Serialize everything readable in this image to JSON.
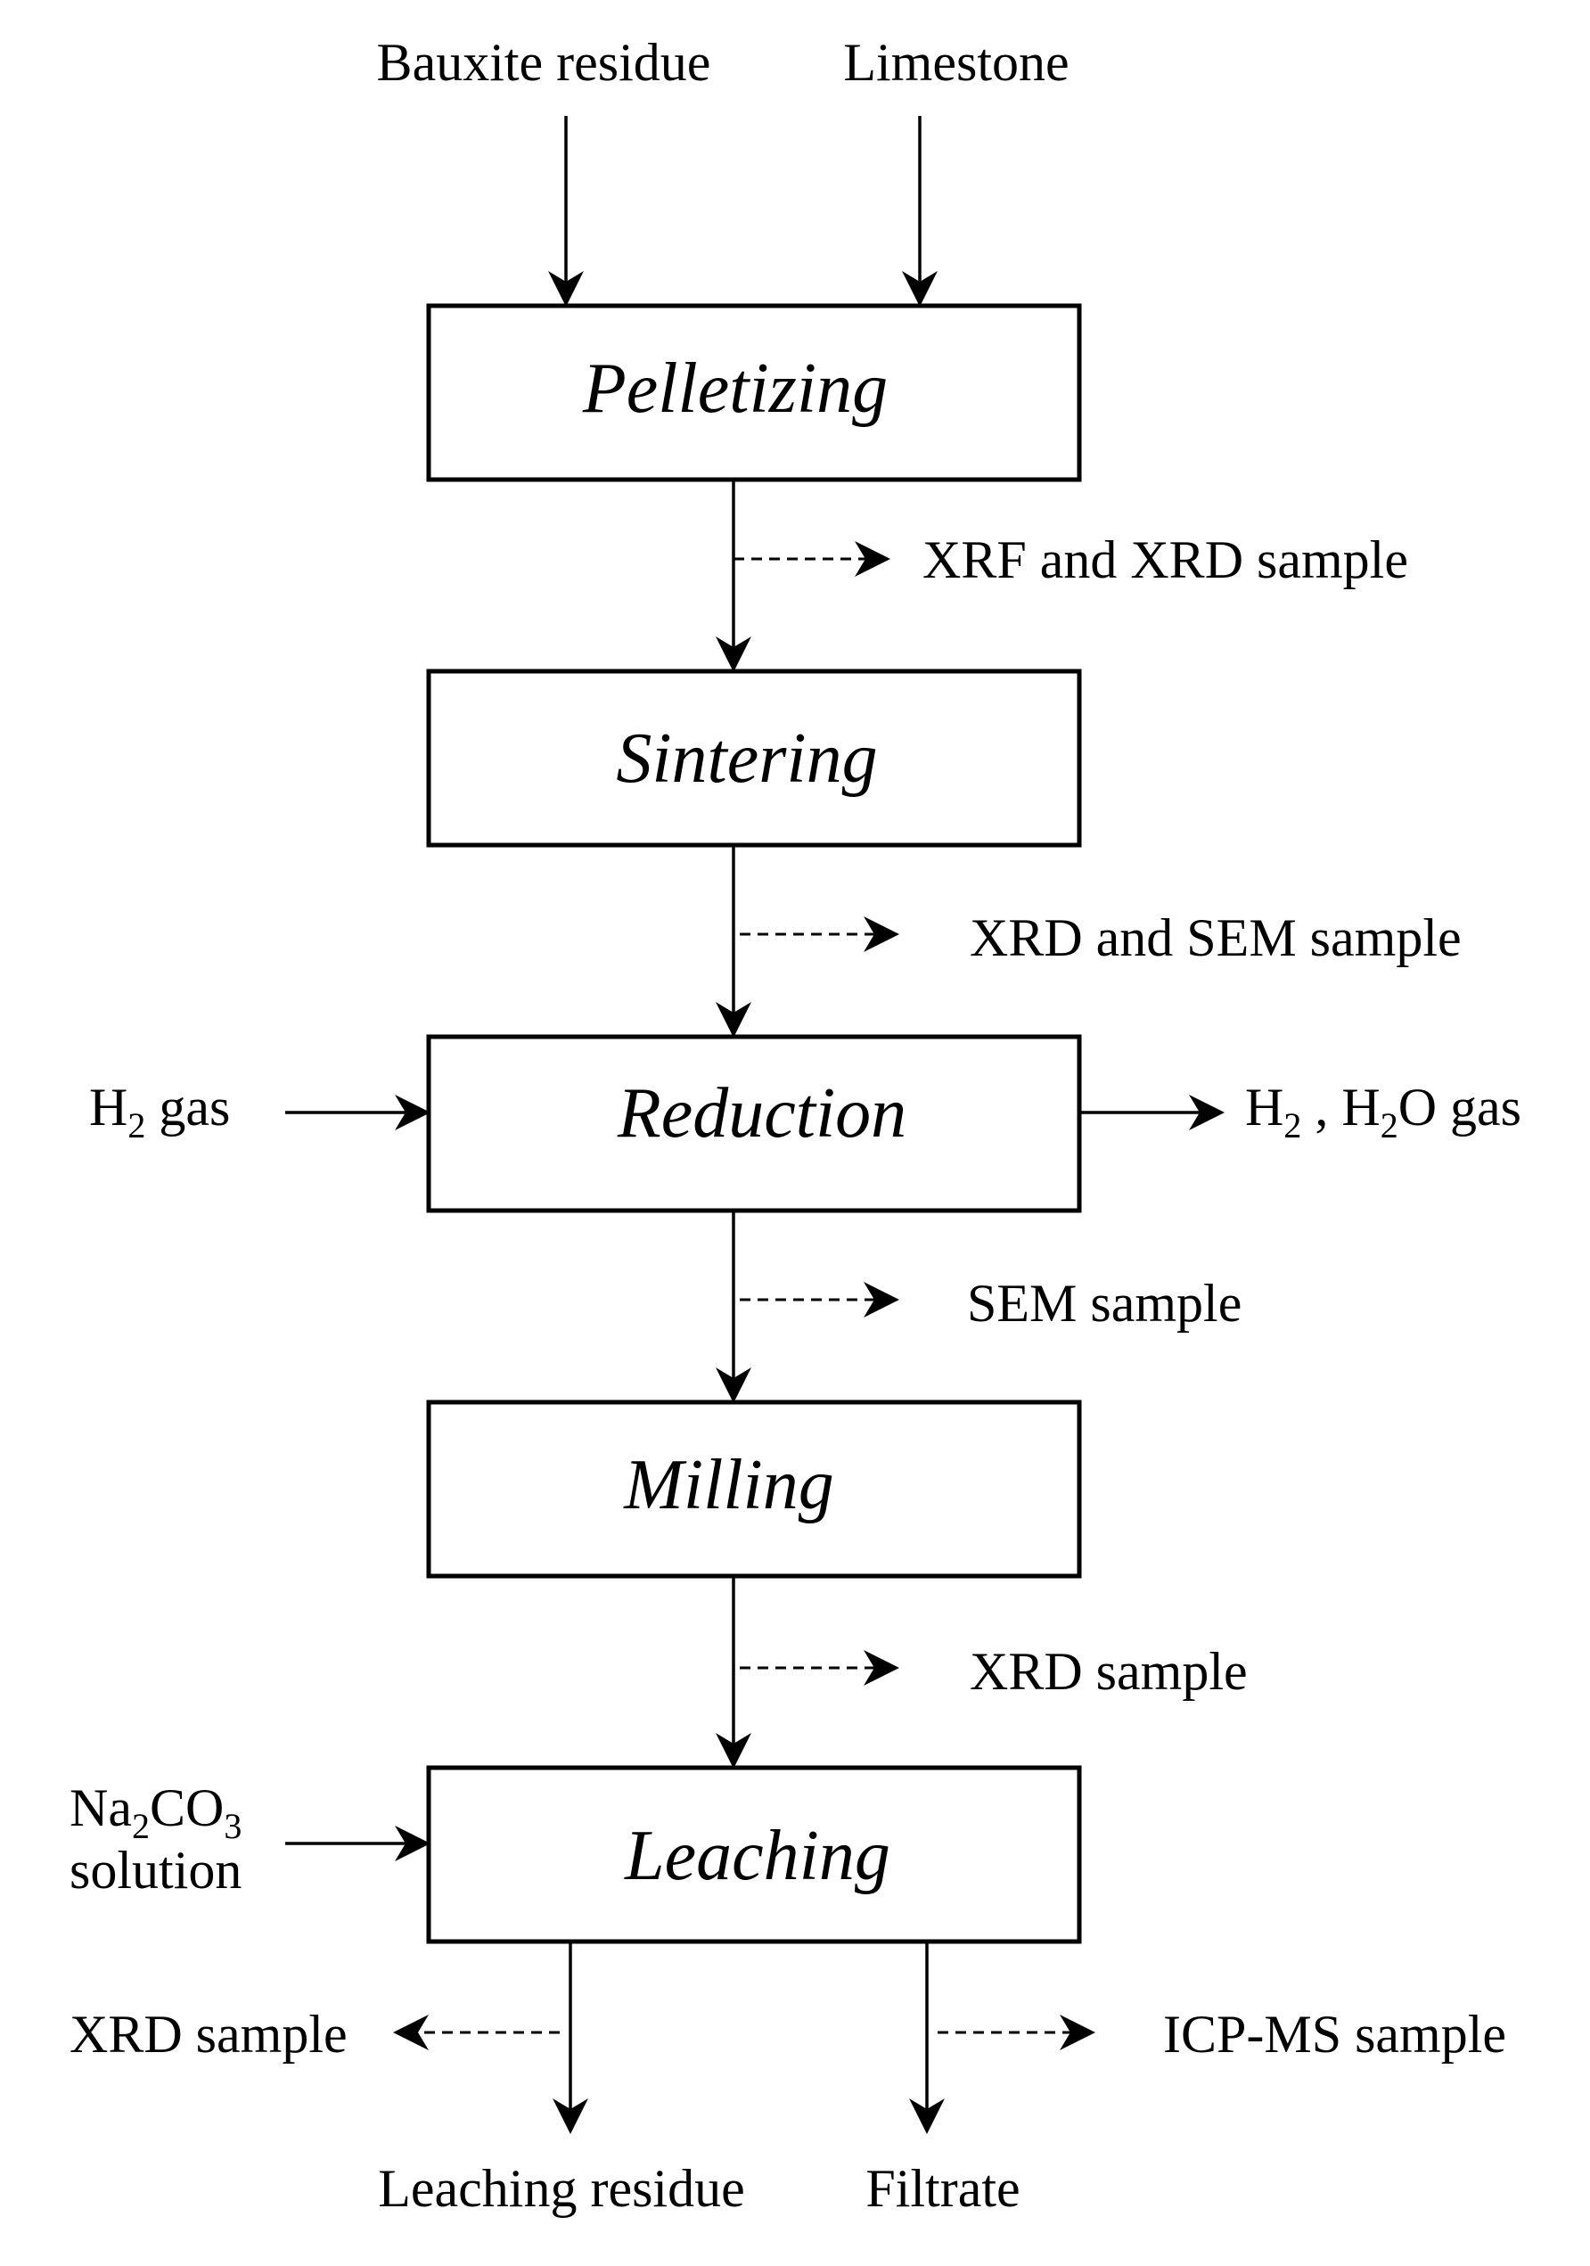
{
  "inputs": {
    "bauxite_residue": "Bauxite residue",
    "limestone": "Limestone"
  },
  "steps": {
    "pelletizing": "Pelletizing",
    "sintering": "Sintering",
    "reduction": "Reduction",
    "milling": "Milling",
    "leaching": "Leaching"
  },
  "samples": {
    "after_pelletizing": "XRF and XRD sample",
    "after_sintering": "XRD and SEM sample",
    "after_reduction": "SEM sample",
    "after_milling": "XRD sample",
    "leach_residue": "XRD sample",
    "leach_filtrate": "ICP-MS sample"
  },
  "reduction": {
    "gas_in_main": "H",
    "gas_in_sub": "2",
    "gas_in_tail": " gas",
    "gas_out_a": "H",
    "gas_out_a_sub": "2",
    "gas_out_sep": " , H",
    "gas_out_b_sub": "2",
    "gas_out_tail": "O gas"
  },
  "leaching": {
    "solution_na": "Na",
    "solution_sub1": "2",
    "solution_co": "CO",
    "solution_sub2": "3",
    "solution_word": "solution"
  },
  "outputs": {
    "leaching_residue": "Leaching residue",
    "filtrate": "Filtrate"
  },
  "colors": {
    "line": "#000000",
    "background": "#ffffff"
  }
}
